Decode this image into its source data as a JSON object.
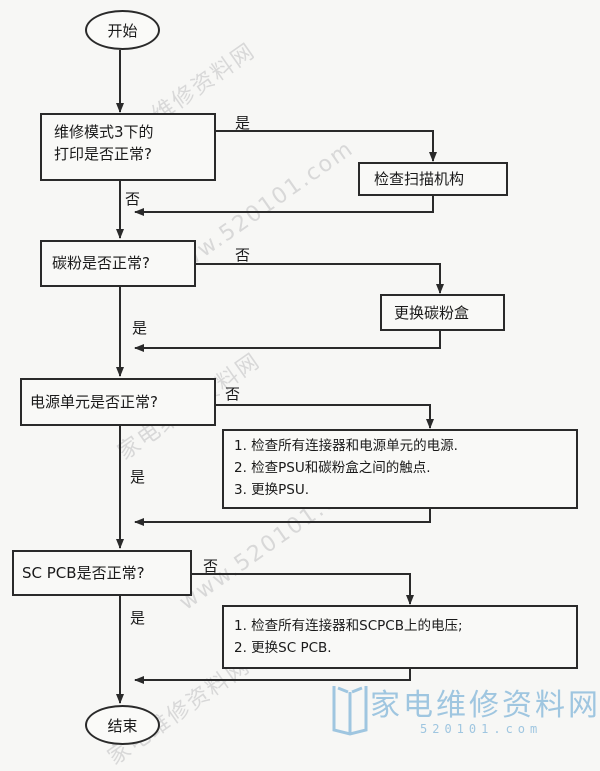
{
  "flowchart": {
    "start": "开始",
    "end": "结束",
    "decisions": [
      {
        "lines": [
          "维修模式3下的",
          "打印是否正常?"
        ],
        "yes_label": "是",
        "no_label": "否"
      },
      {
        "lines": [
          "碳粉是否正常?"
        ],
        "yes_label": "是",
        "no_label": "否"
      },
      {
        "lines": [
          "电源单元是否正常?"
        ],
        "yes_label": "是",
        "no_label": "否"
      },
      {
        "lines": [
          "SC PCB是否正常?"
        ],
        "yes_label": "是",
        "no_label": "否"
      }
    ],
    "actions": [
      {
        "lines": [
          "检查扫描机构"
        ]
      },
      {
        "lines": [
          "更换碳粉盒"
        ]
      },
      {
        "lines": [
          "1. 检查所有连接器和电源单元的电源.",
          "2. 检查PSU和碳粉盒之间的触点.",
          "3. 更换PSU."
        ]
      },
      {
        "lines": [
          "1. 检查所有连接器和SCPCB上的电压;",
          "2. 更换SC PCB."
        ]
      }
    ]
  },
  "watermark": {
    "text": "家电维修资料网",
    "url": "www.520101.com",
    "logo_text": "家电维修资料网",
    "logo_url": "520101.com",
    "color": "#9fc6e0"
  }
}
